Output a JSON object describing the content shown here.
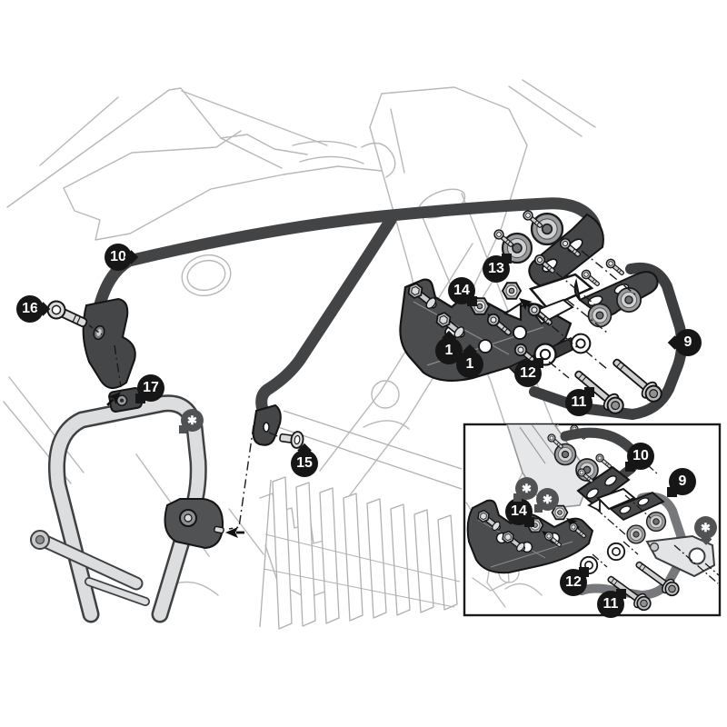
{
  "document": {
    "type": "assembly-instruction-exploded-diagram",
    "subject": "Motorcycle engine guard mounting kit fitting diagram with inset detail view",
    "background_color": "#ffffff"
  },
  "palette": {
    "part_black": "#454648",
    "part_gray": "#77787b",
    "part_light": "#dcdddf",
    "bike_outline": "#b6b8ba",
    "hardware_light": "#c9cacc",
    "callout_bg": "#161616",
    "callout_text": "#ffffff",
    "asterisk_bg": "#515254",
    "inset_border": "#1a1a1a"
  },
  "callouts": {
    "main": [
      {
        "label": "10"
      },
      {
        "label": "16"
      },
      {
        "label": "17"
      },
      {
        "label": "15"
      },
      {
        "label": "13"
      },
      {
        "label": "14"
      },
      {
        "label": "1"
      },
      {
        "label": "1"
      },
      {
        "label": "12"
      },
      {
        "label": "11"
      },
      {
        "label": "9"
      },
      {
        "label": "✱"
      }
    ],
    "inset": [
      {
        "label": "10"
      },
      {
        "label": "9"
      },
      {
        "label": "14"
      },
      {
        "label": "12"
      },
      {
        "label": "11"
      },
      {
        "label": "✱"
      },
      {
        "label": "✱"
      },
      {
        "label": "✱"
      }
    ]
  }
}
